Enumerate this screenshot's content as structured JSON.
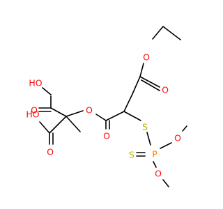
{
  "structure": {
    "atom_labels": {
      "o_ethyl": "O",
      "o_ester_carbonyl_right": "O",
      "o_ester_link": "O",
      "o_ester_carbonyl_mid": "O",
      "s_thio": "S",
      "p_center": "P",
      "s_thione": "S",
      "o_methoxy_upper": "O",
      "o_methoxy_lower": "O",
      "ho_upper": "HO",
      "o_acid_upper": "O",
      "ho_lower": "HO",
      "o_acid_lower": "O"
    },
    "colors": {
      "oxygen": "#ff0d0d",
      "sulfur": "#b5b500",
      "phosphorus": "#ff8000",
      "bond": "#000000"
    }
  }
}
